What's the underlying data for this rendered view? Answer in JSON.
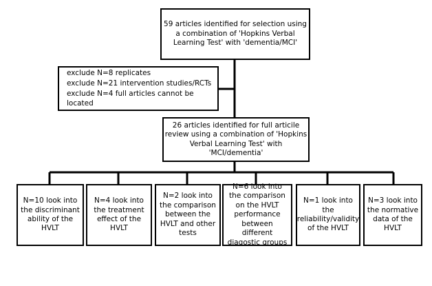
{
  "top_box": {
    "lines": [
      "59 articles identified for selection using a",
      "combination of 'Hopkins Verbal Learning",
      "Test' with 'dementia/MCI'"
    ]
  },
  "exclude_box": {
    "items": [
      "exclude N=8 replicates",
      "exclude N=21 intervention  studies/RCTs",
      "exclude N=4 full articles cannot be located"
    ]
  },
  "mid_box": {
    "lines": [
      "26 articles identified for full articile",
      "review using a combination of 'Hopkins",
      "Verbal Learning Test' with",
      "'MCI/dementia'"
    ]
  },
  "leaves": [
    {
      "lines": [
        "N=10 look into",
        "the discriminant",
        "ability of the",
        "HVLT"
      ]
    },
    {
      "lines": [
        "N=4 look into the",
        "treatment effect",
        "of the HVLT"
      ]
    },
    {
      "lines": [
        "N=2 look into the",
        "comparison",
        "between the",
        "HVLT and other",
        "tests"
      ]
    },
    {
      "lines": [
        "N=6 look  into the",
        "comparison on the",
        "HVLT performance",
        "between different",
        "diagostic groups"
      ]
    },
    {
      "lines": [
        "N=1 look into the",
        "reliability/validity",
        "of the HVLT"
      ]
    },
    {
      "lines": [
        "N=3 look into",
        "the normative",
        "data of the",
        "HVLT"
      ]
    }
  ]
}
